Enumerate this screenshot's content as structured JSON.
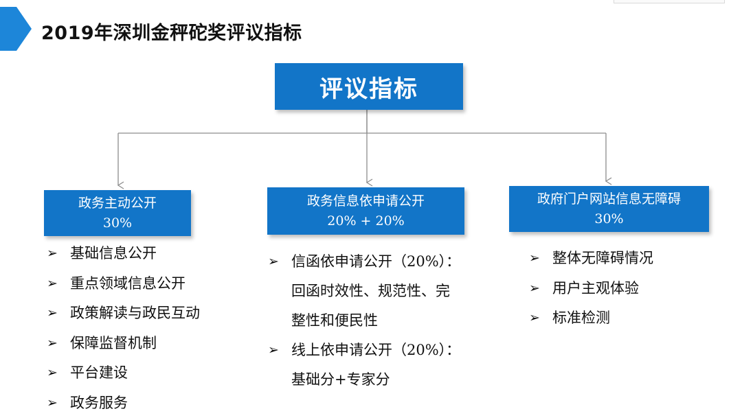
{
  "page_title": "2019年深圳金秤砣奖评议指标",
  "root": {
    "label": "评议指标"
  },
  "branches": [
    {
      "title": "政务主动公开",
      "weight": "30%",
      "items": [
        "基础信息公开",
        "重点领域信息公开",
        "政策解读与政民互动",
        "保障监督机制",
        "平台建设",
        "政务服务"
      ]
    },
    {
      "title": "政务信息依申请公开",
      "weight": "20% + 20%",
      "items": [
        {
          "text": "信函依申请公开（20%）：",
          "detail": [
            "回函时效性、规范性、完",
            "整性和便民性"
          ]
        },
        {
          "text": "线上依申请公开（20%）：",
          "detail": [
            "基础分+专家分"
          ]
        }
      ]
    },
    {
      "title": "政府门户网站信息无障碍",
      "weight": "30%",
      "items": [
        "整体无障碍情况",
        "用户主观体验",
        "标准检测"
      ]
    }
  ],
  "bullet_symbol": "➢",
  "colors": {
    "box_fill": "#1275c8",
    "title_arrow": "#1d86d9",
    "connector": "#8c8c8c"
  }
}
